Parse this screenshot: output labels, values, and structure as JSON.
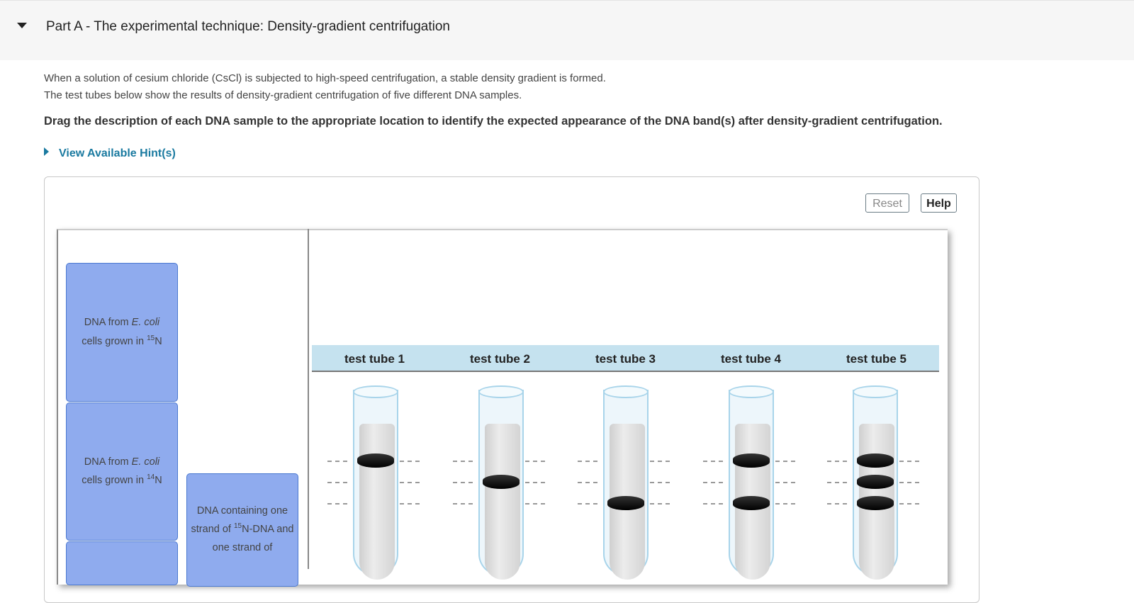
{
  "part": {
    "title": "Part A - The experimental technique: Density-gradient centrifugation"
  },
  "intro": {
    "line1": "When a solution of cesium chloride (CsCl) is subjected to high-speed centrifugation, a stable density gradient is formed.",
    "line2": "The test tubes below show the results of density-gradient centrifugation of five different DNA samples.",
    "instruction": "Drag the description of each DNA sample to the appropriate location to identify the expected appearance of the DNA band(s) after density-gradient centrifugation."
  },
  "hint_label": "View Available Hint(s)",
  "toolbar": {
    "reset_label": "Reset",
    "help_label": "Help"
  },
  "cards": [
    {
      "pre": "DNA from ",
      "italic": "E. coli",
      "mid": " cells grown in ",
      "sup": "15",
      "post": "N"
    },
    {
      "pre": "DNA from ",
      "italic": "E. coli",
      "mid": " cells grown in ",
      "sup": "14",
      "post": "N"
    },
    {
      "pre": "DNA containing one strand of ",
      "sup": "15",
      "post": "N-DNA and one strand of"
    }
  ],
  "tubes": [
    {
      "label": "test tube 1",
      "bands": [
        1
      ]
    },
    {
      "label": "test tube 2",
      "bands": [
        2
      ]
    },
    {
      "label": "test tube 3",
      "bands": [
        3
      ]
    },
    {
      "label": "test tube 4",
      "bands": [
        1,
        3
      ]
    },
    {
      "label": "test tube 5",
      "bands": [
        1,
        2,
        3
      ]
    }
  ]
}
